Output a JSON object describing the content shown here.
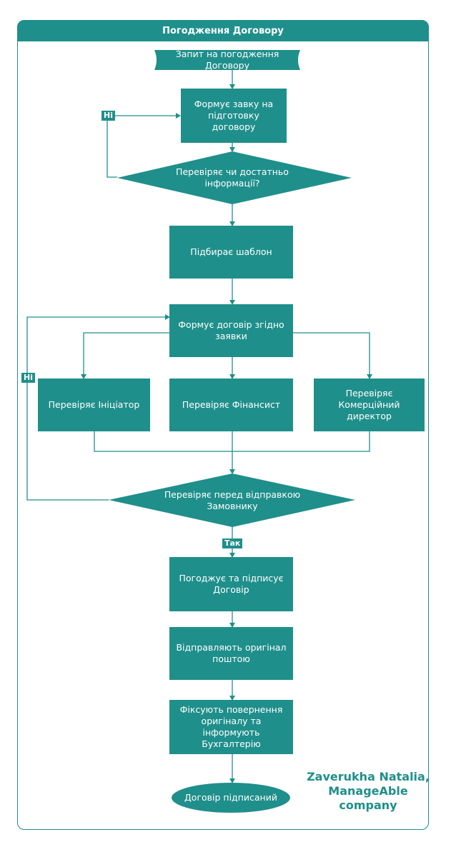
{
  "title": "Погодження Договору",
  "nodes": {
    "start": "Запит на погодження Договору",
    "request": "Формує завку на підготовку договору",
    "check_info": "Перевіряє чи достатньо інформації?",
    "template": "Підбирає шаблон",
    "draft": "Формує договір згідно заявки",
    "review_initiator": "Перевіряє Ініціатор",
    "review_financier": "Перевіряє Фінансист",
    "review_commercial": "Перевіряє Комерційний директор",
    "final_check": "Перевіряє перед відправкою Замовнику",
    "approve_sign": "Погоджує та підписує Договір",
    "send_original": "Відправляють оригінал поштою",
    "record_return": "Фіксують повернення оригіналу та інформують Бухгалтерію",
    "end": "Договір підписаний"
  },
  "labels": {
    "no_1": "Ні",
    "no_2": "Ні",
    "yes": "Так"
  },
  "author": {
    "line1": "Zaverukha Natalia,",
    "line2": "ManageAble",
    "line3": "company"
  },
  "colors": {
    "teal": "#1f8f8b",
    "white": "#ffffff"
  }
}
